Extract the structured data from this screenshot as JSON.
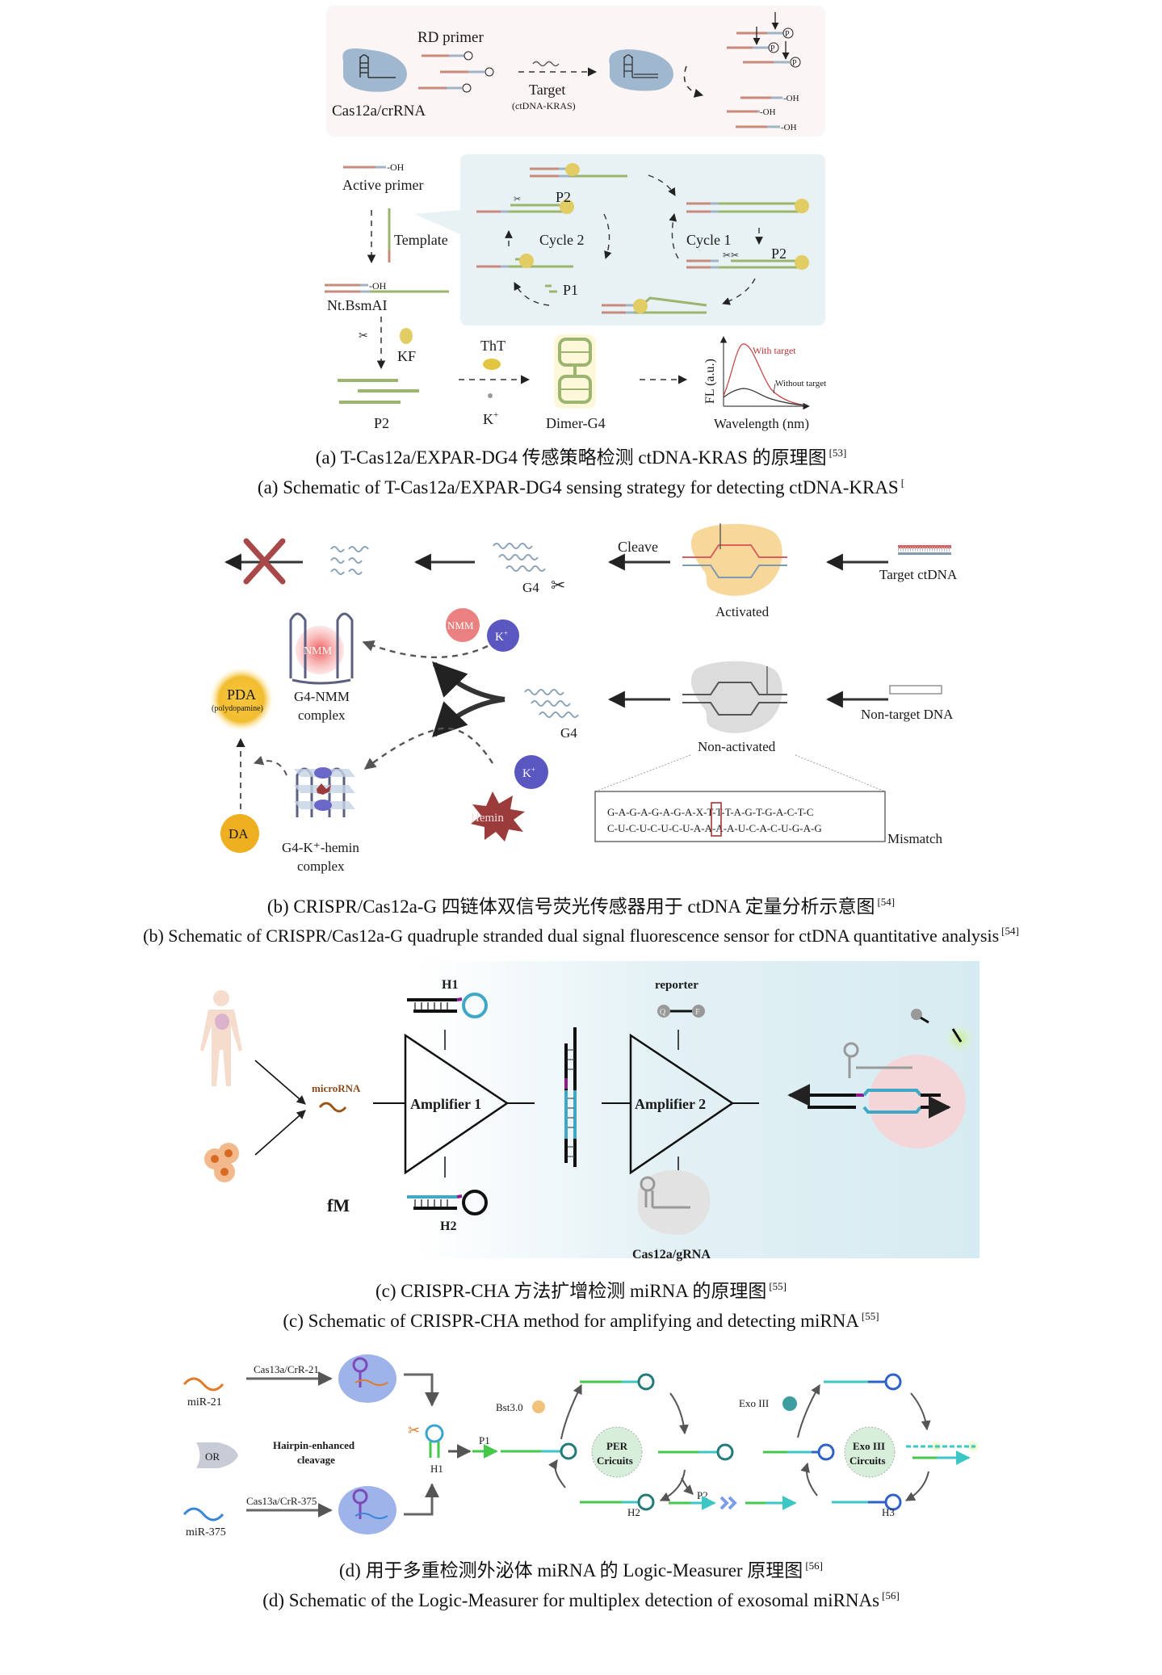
{
  "figure_a": {
    "top": {
      "rd_primer": "RD primer",
      "cas_label": "Cas12a/crRNA",
      "target": "Target",
      "target_sub": "(ctDNA-KRAS)",
      "p_mark": "P",
      "oh": "-OH"
    },
    "left": {
      "active_primer": "Active primer",
      "template": "Template",
      "nicking": "Nt.BsmAI",
      "kf": "KF",
      "p2": "P2"
    },
    "cycle": {
      "cycle1": "Cycle 1",
      "cycle2": "Cycle 2",
      "p1": "P1",
      "p2_left": "P2",
      "p2_right": "P2"
    },
    "bottom": {
      "tht": "ThT",
      "k_ion": "K",
      "k_sup": "+",
      "dimer": "Dimer-G4",
      "ylabel": "FL (a.u.)",
      "xlabel": "Wavelength (nm)",
      "with_target": "With target",
      "without_target": "Without target"
    },
    "caption_cn": "(a) T-Cas12a/EXPAR-DG4 传感策略检测 ctDNA-KRAS 的原理图",
    "caption_cn_ref": "[53]",
    "caption_en": "(a) Schematic of T-Cas12a/EXPAR-DG4 sensing strategy for detecting ctDNA-KRAS",
    "caption_en_ref": "["
  },
  "figure_b": {
    "cleave": "Cleave",
    "g4_top": "G4",
    "target_ctdna": "Target ctDNA",
    "activated": "Activated",
    "nmm": "NMM",
    "k_ion": "K",
    "k_sup": "+",
    "g4_nmm_1": "G4-NMM",
    "g4_nmm_2": "complex",
    "pda": "PDA",
    "pda_sub": "(polydopamine)",
    "g4_mid": "G4",
    "non_target": "Non-target DNA",
    "non_activated": "Non-activated",
    "da": "DA",
    "hemin": "Hemin",
    "hemin_complex_1": "G4-K⁺-hemin",
    "hemin_complex_2": "complex",
    "seq_top": "G-A-G-A-G-A-G-A-X-T-T-T-A-G-T-G-A-C-T-C",
    "seq_bottom": "C-U-C-U-C-U-C-U-A-A-A-A-U-C-A-C-U-G-A-G",
    "mismatch": "Mismatch",
    "caption_cn": "(b) CRISPR/Cas12a-G 四链体双信号荧光传感器用于 ctDNA 定量分析示意图",
    "caption_cn_ref": "[54]",
    "caption_en": "(b) Schematic of CRISPR/Cas12a-G quadruple stranded dual signal fluorescence sensor for ctDNA quantitative analysis",
    "caption_en_ref": "[54]"
  },
  "figure_c": {
    "h1": "H1",
    "h2": "H2",
    "reporter": "reporter",
    "microrna": "microRNA",
    "amp1": "Amplifier 1",
    "amp2": "Amplifier 2",
    "fm": "fM",
    "cas12a_grna": "Cas12a/gRNA",
    "q": "Q",
    "f": "F",
    "caption_cn": "(c) CRISPR-CHA 方法扩增检测 miRNA 的原理图",
    "caption_cn_ref": "[55]",
    "caption_en": "(c) Schematic of CRISPR-CHA method for amplifying and detecting miRNA",
    "caption_en_ref": "[55]"
  },
  "figure_d": {
    "mir21": "miR-21",
    "mir375": "miR-375",
    "or_gate": "OR",
    "cas13a_21": "Cas13a/CrR-21",
    "cas13a_375": "Cas13a/CrR-375",
    "hairpin_1": "Hairpin-enhanced",
    "hairpin_2": "cleavage",
    "h1": "H1",
    "p1": "P1",
    "bst": "Bst3.0",
    "per_1": "PER",
    "per_2": "Cricuits",
    "h2": "H2",
    "p2": "P2",
    "exo": "Exo III",
    "exo_c1": "Exo III",
    "exo_c2": "Circuits",
    "h3": "H3",
    "caption_cn": "(d) 用于多重检测外泌体 miRNA 的 Logic-Measurer 原理图",
    "caption_cn_ref": "[56]",
    "caption_en": "(d) Schematic of the Logic-Measurer for multiplex detection of exosomal miRNAs",
    "caption_en_ref": "[56]"
  },
  "colors": {
    "panel_a_top_bg": "#fcf5f6",
    "panel_a_cycle_bg": "#e8f2f4",
    "red_strand": "#c98a7c",
    "blue_strand": "#9fb4c4",
    "green_strand": "#9bb56f",
    "yellow_enzyme": "#e2cc64",
    "cas_blob": "#9fb8cf",
    "panel_c_bg": "#d7ecf2",
    "k_ion": "#5b57c0",
    "nmm": "#e66a6a",
    "hemin": "#9c3b3b",
    "da": "#eeb020"
  }
}
